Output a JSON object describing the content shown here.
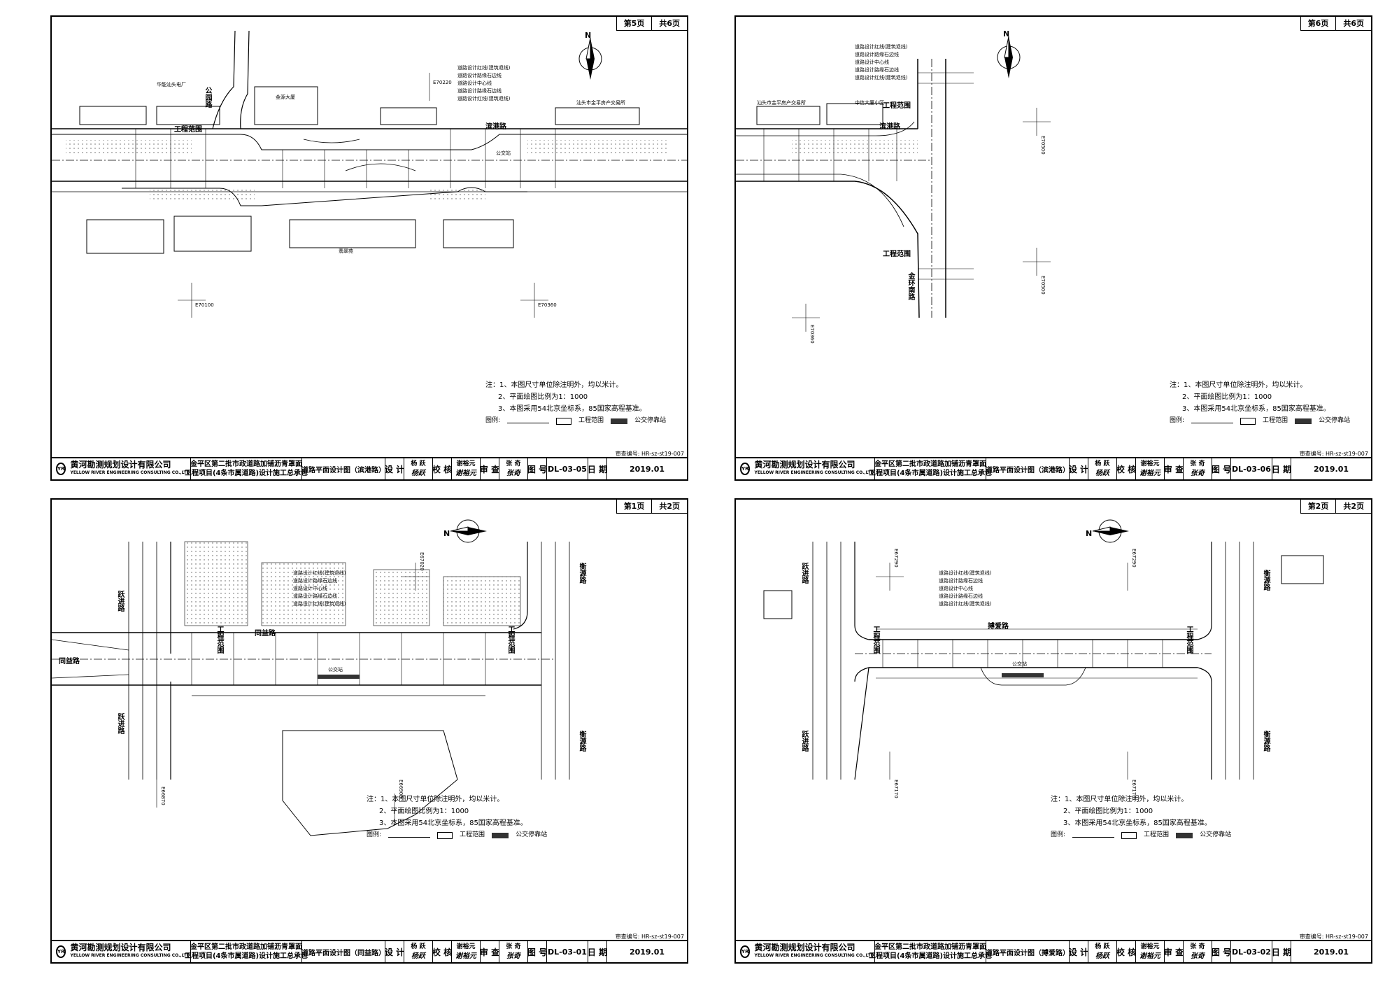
{
  "common": {
    "company_cn": "黄河勘测规划设计有限公司",
    "company_en": "YELLOW RIVER ENGINEERING CONSULTING CO.,LTD.",
    "logo_text": "YR",
    "project_line1": "金平区第二批市政道路加铺沥青罩面",
    "project_line2": "工程项目(4条市属道路)设计施工总承包",
    "design_label": "设 计",
    "check_label": "校 核",
    "review_label": "审 查",
    "drawing_no_label": "图 号",
    "date_label": "日 期",
    "designer": "杨 跃",
    "designer_sig": "杨跃",
    "checker": "谢裕元",
    "checker_sig": "谢裕元",
    "reviewer": "张 奇",
    "reviewer_sig": "张奇",
    "date": "2019.01",
    "review_no": "审查编号: HR-sz-st19-007",
    "notes": [
      "注：1、本图尺寸单位除注明外，均以米计。",
      "2、平面绘图比例为1：1000",
      "3、本图采用54北京坐标系，85国家高程基准。"
    ],
    "legend_label": "图例:",
    "legend_scope": "工程范围",
    "legend_bus": "公交停靠站",
    "north_label": "N",
    "work_scope": "工程范围",
    "bus_stop": "公交站",
    "line_legend": [
      "道路设计红线(建筑退线)",
      "道路设计路缘石边线",
      "道路设计中心线",
      "道路设计路缘石边线",
      "道路设计红线(建筑退线)"
    ]
  },
  "sheets": [
    {
      "page": "第5页",
      "total": "共6页",
      "title": "道路平面设计图（滨港路）",
      "number": "DL-03-05",
      "road": "滨港路",
      "side_roads": [
        "公园路"
      ],
      "labels": [
        "金源大厦",
        "华能汕头电厂",
        "汕头市金平房产交易所",
        "翡翠苑",
        "E70220",
        "E70100",
        "E70360"
      ]
    },
    {
      "page": "第6页",
      "total": "共6页",
      "title": "道路平面设计图（滨港路）",
      "number": "DL-03-06",
      "road": "滨港路",
      "side_roads": [
        "金环南路"
      ],
      "labels": [
        "汕头市金平房产交易所",
        "中信大厦小区",
        "E70500",
        "E70360"
      ]
    },
    {
      "page": "第1页",
      "total": "共2页",
      "title": "道路平面设计图（同益路）",
      "number": "DL-03-01",
      "road": "同益路",
      "side_roads": [
        "跃进路",
        "衡源路"
      ],
      "labels": [
        "E67020",
        "E66900",
        "E66870"
      ]
    },
    {
      "page": "第2页",
      "total": "共2页",
      "title": "道路平面设计图（搏爱路）",
      "number": "DL-03-02",
      "road": "搏爱路",
      "side_roads": [
        "跃进路",
        "衡源路"
      ],
      "labels": [
        "E67290",
        "E67170"
      ]
    }
  ]
}
